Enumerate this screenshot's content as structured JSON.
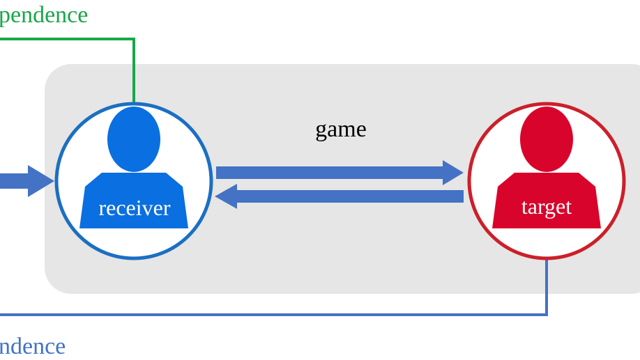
{
  "colors": {
    "green": "#1aa64a",
    "blue": "#4472c4",
    "receiver_blue": "#0a6fe0",
    "receiver_ring": "#1b6fc2",
    "target_red": "#d9042b",
    "target_ring": "#cc1f2a",
    "panel": "#e6e6e6"
  },
  "labels": {
    "top_partial": "pendence",
    "bottom_partial": "ndence",
    "game": "game",
    "receiver": "receiver",
    "target": "target"
  },
  "icons": [
    "person-icon",
    "person-icon"
  ]
}
